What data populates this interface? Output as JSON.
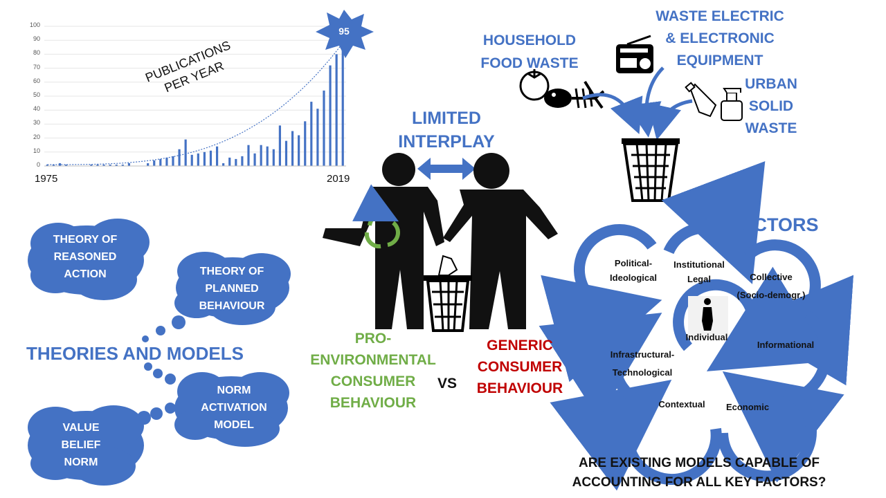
{
  "colors": {
    "blue": "#4472c4",
    "green": "#70ad47",
    "red": "#c00000",
    "dark": "#111111"
  },
  "chart_data": {
    "type": "bar",
    "title": "PUBLICATIONS PER YEAR",
    "x": [
      1975,
      1976,
      1977,
      1978,
      1979,
      1980,
      1981,
      1982,
      1983,
      1984,
      1985,
      1986,
      1987,
      1988,
      1989,
      1990,
      1991,
      1992,
      1993,
      1994,
      1995,
      1996,
      1997,
      1998,
      1999,
      2000,
      2001,
      2002,
      2003,
      2004,
      2005,
      2006,
      2007,
      2008,
      2009,
      2010,
      2011,
      2012,
      2013,
      2014,
      2015,
      2016,
      2017,
      2018,
      2019
    ],
    "values": [
      1,
      1,
      2,
      1,
      0,
      0,
      0,
      1,
      1,
      1,
      1,
      1,
      1,
      2,
      0,
      0,
      2,
      4,
      5,
      6,
      7,
      12,
      19,
      8,
      9,
      10,
      11,
      14,
      2,
      6,
      5,
      7,
      15,
      9,
      15,
      14,
      12,
      29,
      18,
      25,
      22,
      32,
      46,
      41,
      54,
      72,
      80,
      95
    ],
    "tick_labels": {
      "y": [
        "0",
        "10",
        "20",
        "30",
        "40",
        "50",
        "60",
        "70",
        "80",
        "90",
        "100"
      ],
      "x_start": "1975",
      "x_end": "2019"
    },
    "ylim": [
      0,
      100
    ],
    "annotation": "95",
    "trendline": true
  },
  "header": {
    "limited": "LIMITED",
    "interplay": "INTERPLAY"
  },
  "waste": {
    "household": [
      "HOUSEHOLD",
      "FOOD WASTE"
    ],
    "weee": [
      "WASTE ELECTRIC",
      "& ELECTRONIC",
      "EQUIPMENT"
    ],
    "urban": [
      "URBAN",
      "SOLID",
      "WASTE"
    ]
  },
  "theories": {
    "title": "THEORIES AND MODELS",
    "clouds": [
      [
        "THEORY OF",
        "REASONED",
        "ACTION"
      ],
      [
        "THEORY OF",
        "PLANNED",
        "BEHAVIOUR"
      ],
      [
        "NORM",
        "ACTIVATION",
        "MODEL"
      ],
      [
        "VALUE",
        "BELIEF",
        "NORM"
      ]
    ]
  },
  "behaviour": {
    "pro": [
      "PRO-",
      "ENVIRONMENTAL",
      "CONSUMER",
      "BEHAVIOUR"
    ],
    "vs": "VS",
    "generic": [
      "GENERIC",
      "CONSUMER",
      "BEHAVIOUR"
    ]
  },
  "factors": {
    "title": "FACTORS",
    "political": [
      "Political-",
      "Ideological"
    ],
    "institutional": [
      "Institutional",
      "Legal"
    ],
    "collective": [
      "Collective",
      "(Socio-demogr.)"
    ],
    "informational": "Informational",
    "infrastructural": [
      "Infrastructural-",
      "Technological"
    ],
    "individual": "Individual",
    "contextual": "Contextual",
    "economic": "Economic"
  },
  "question": [
    "ARE EXISTING MODELS CAPABLE OF",
    "ACCOUNTING FOR ALL KEY FACTORS?"
  ]
}
